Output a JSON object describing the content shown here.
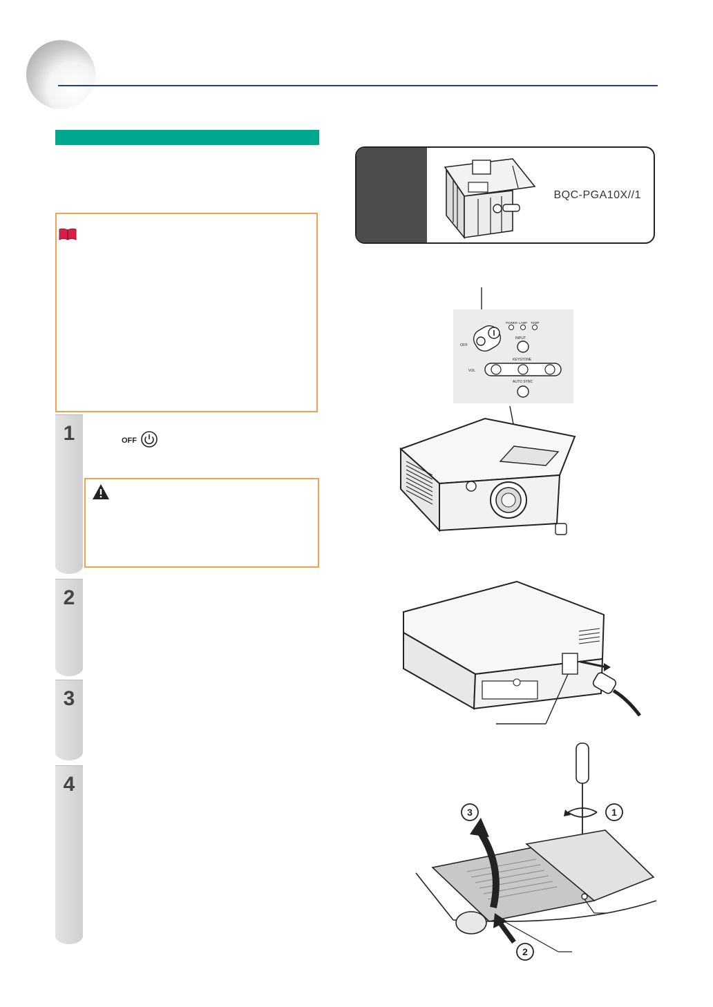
{
  "lamp_unit": {
    "code": "BQC-PGA10X//1"
  },
  "steps": [
    {
      "number": "1",
      "button_label": "OFF"
    },
    {
      "number": "2"
    },
    {
      "number": "3"
    },
    {
      "number": "4"
    }
  ],
  "control_panel": {
    "power_label": "POWER",
    "lamp_label": "LAMP",
    "temp_label": "TEMP",
    "off_label": "OFF",
    "input_label": "INPUT",
    "keystone_label": "KEYSTONE",
    "vol_label": "VOL",
    "auto_sync_label": "AUTO SYNC",
    "on_label": "ON"
  },
  "callouts": {
    "one": "1",
    "two": "2",
    "three": "3"
  },
  "colors": {
    "teal": "#00a88f",
    "orange_border": "#f0a050",
    "header_blue": "#1a3d9e"
  }
}
